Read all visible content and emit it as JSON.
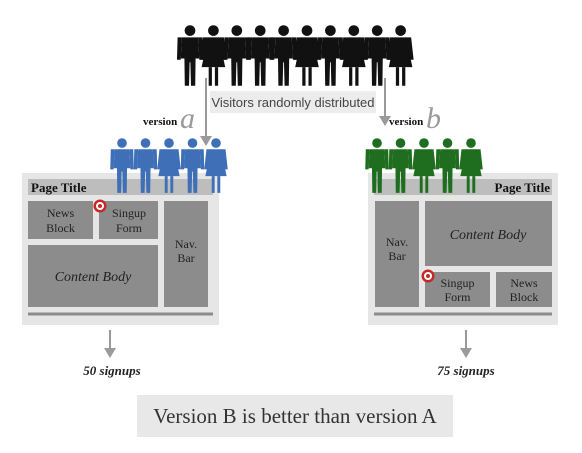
{
  "top_label": "Visitors randomly distributed",
  "version_a": {
    "word": "version",
    "letter": "a",
    "panel": {
      "title": "Page Title",
      "news_block": [
        "News",
        "Block"
      ],
      "signup_form": [
        "Singup",
        "Form"
      ],
      "nav_bar": [
        "Nav.",
        "Bar"
      ],
      "content_body": "Content Body"
    },
    "result": "50 signups"
  },
  "version_b": {
    "word": "version",
    "letter": "b",
    "panel": {
      "title": "Page Title",
      "nav_bar": [
        "Nav.",
        "Bar"
      ],
      "content_body": "Content Body",
      "signup_form": [
        "Singup",
        "Form"
      ],
      "news_block": [
        "News",
        "Block"
      ]
    },
    "result": "75 signups"
  },
  "conclusion": "Version B is better than version A",
  "colors": {
    "crowd": "#111111",
    "group_a": "#3f6fb6",
    "group_b": "#1f6e1f",
    "panel_bg": "#e6e6e6",
    "panel_block": "#8c8c8c",
    "target_red": "#c62828"
  }
}
